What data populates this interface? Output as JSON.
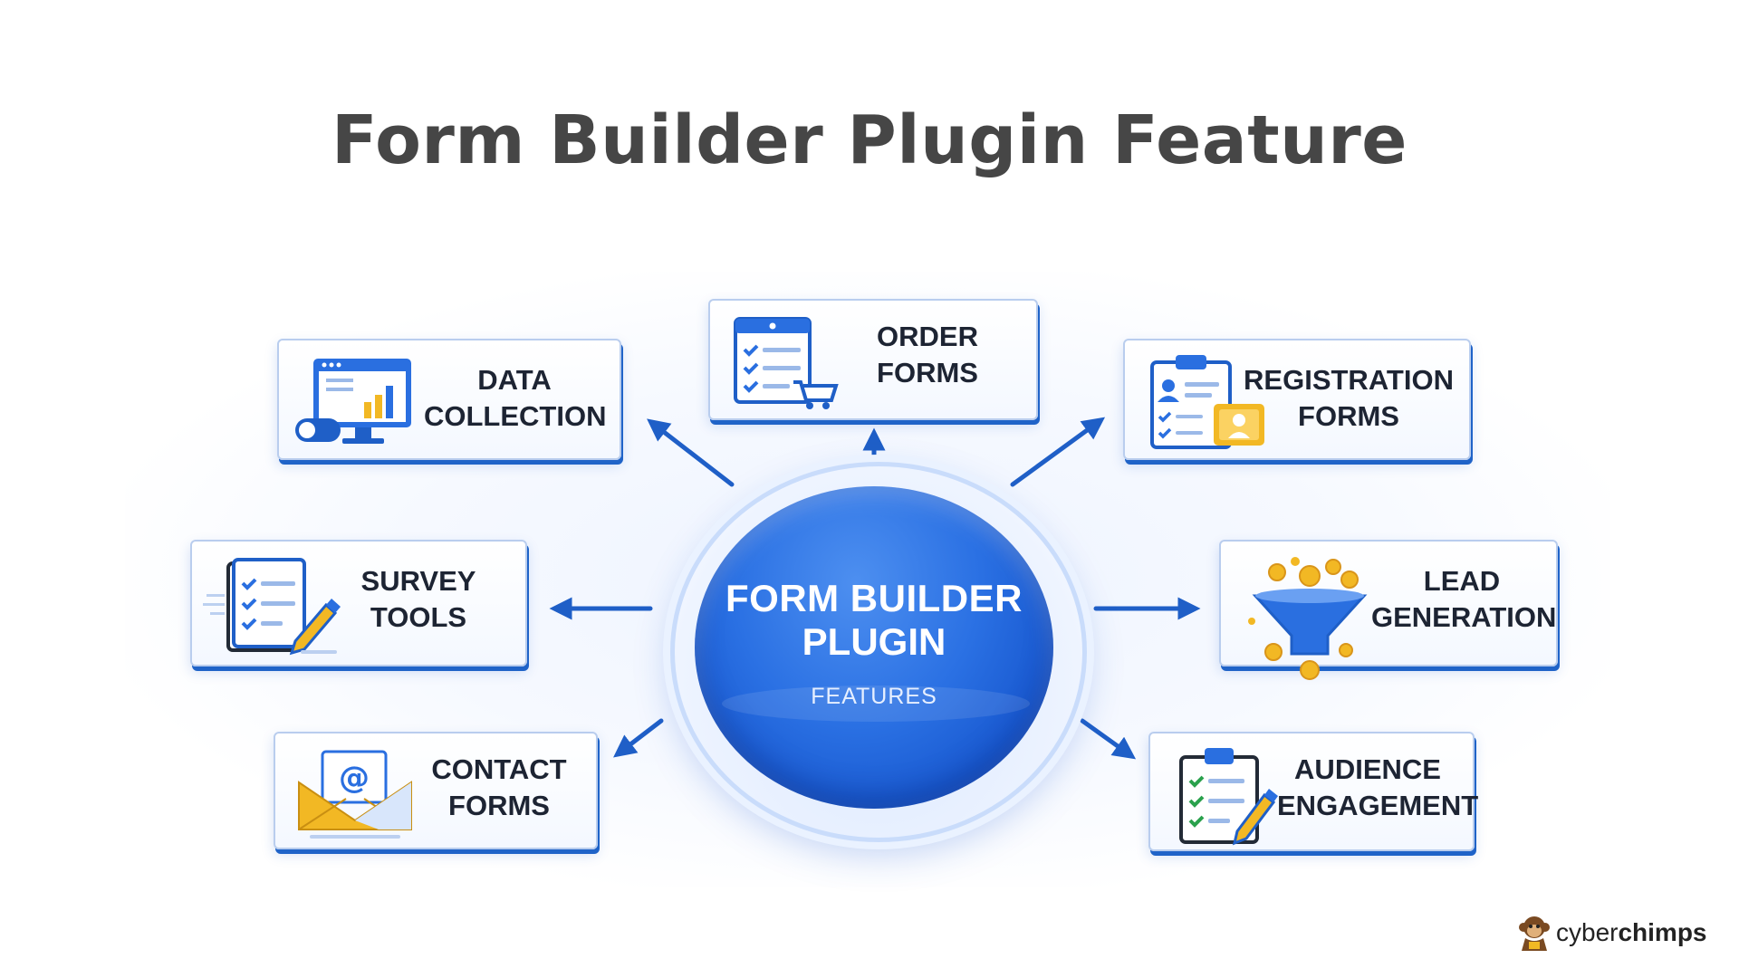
{
  "title": "Form Builder Plugin Feature",
  "hub": {
    "line1": "FORM BUILDER",
    "line2": "PLUGIN",
    "subtitle": "FEATURES"
  },
  "features": {
    "order_forms": {
      "line1": "ORDER",
      "line2": "FORMS",
      "icon": "order-form-cart-icon"
    },
    "data_collection": {
      "line1": "DATA",
      "line2": "COLLECTION",
      "icon": "monitor-chart-icon"
    },
    "registration_forms": {
      "line1": "REGISTRATION",
      "line2": "FORMS",
      "icon": "clipboard-profile-icon"
    },
    "survey_tools": {
      "line1": "SURVEY",
      "line2": "TOOLS",
      "icon": "checklist-pencil-icon"
    },
    "lead_generation": {
      "line1": "LEAD",
      "line2": "GENERATION",
      "icon": "funnel-coins-icon"
    },
    "contact_forms": {
      "line1": "CONTACT",
      "line2": "FORMS",
      "icon": "envelope-at-icon"
    },
    "audience_engagement": {
      "line1": "AUDIENCE",
      "line2": "ENGAGEMENT",
      "icon": "clipboard-pencil-icon"
    }
  },
  "brand": {
    "part1": "cyber",
    "part2": "chimps",
    "icon": "chimp-logo-icon"
  },
  "colors": {
    "accent": "#1f63c8",
    "hub": "#2a70e3",
    "title": "#464646",
    "coin": "#f2b824"
  }
}
